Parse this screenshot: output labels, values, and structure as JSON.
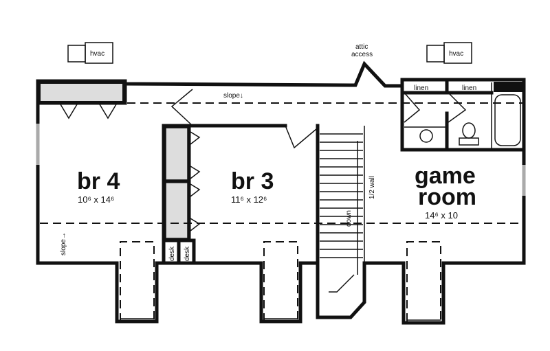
{
  "rooms": {
    "br4": {
      "name": "br 4",
      "size": "10⁶ x 14⁶"
    },
    "br3": {
      "name": "br 3",
      "size": "11⁶ x 12⁶"
    },
    "game_room": {
      "name_line1": "game",
      "name_line2": "room",
      "size": "14⁶ x 10"
    }
  },
  "labels": {
    "hvac_left": "hvac",
    "hvac_right": "hvac",
    "attic_access_line1": "attic",
    "attic_access_line2": "access",
    "slope_top": "slope↓",
    "slope_left": "slope→",
    "linen_1": "linen",
    "linen_2": "linen",
    "desk_1": "desk",
    "desk_2": "desk",
    "half_wall": "1/2 wall",
    "stairs_down": "down"
  }
}
